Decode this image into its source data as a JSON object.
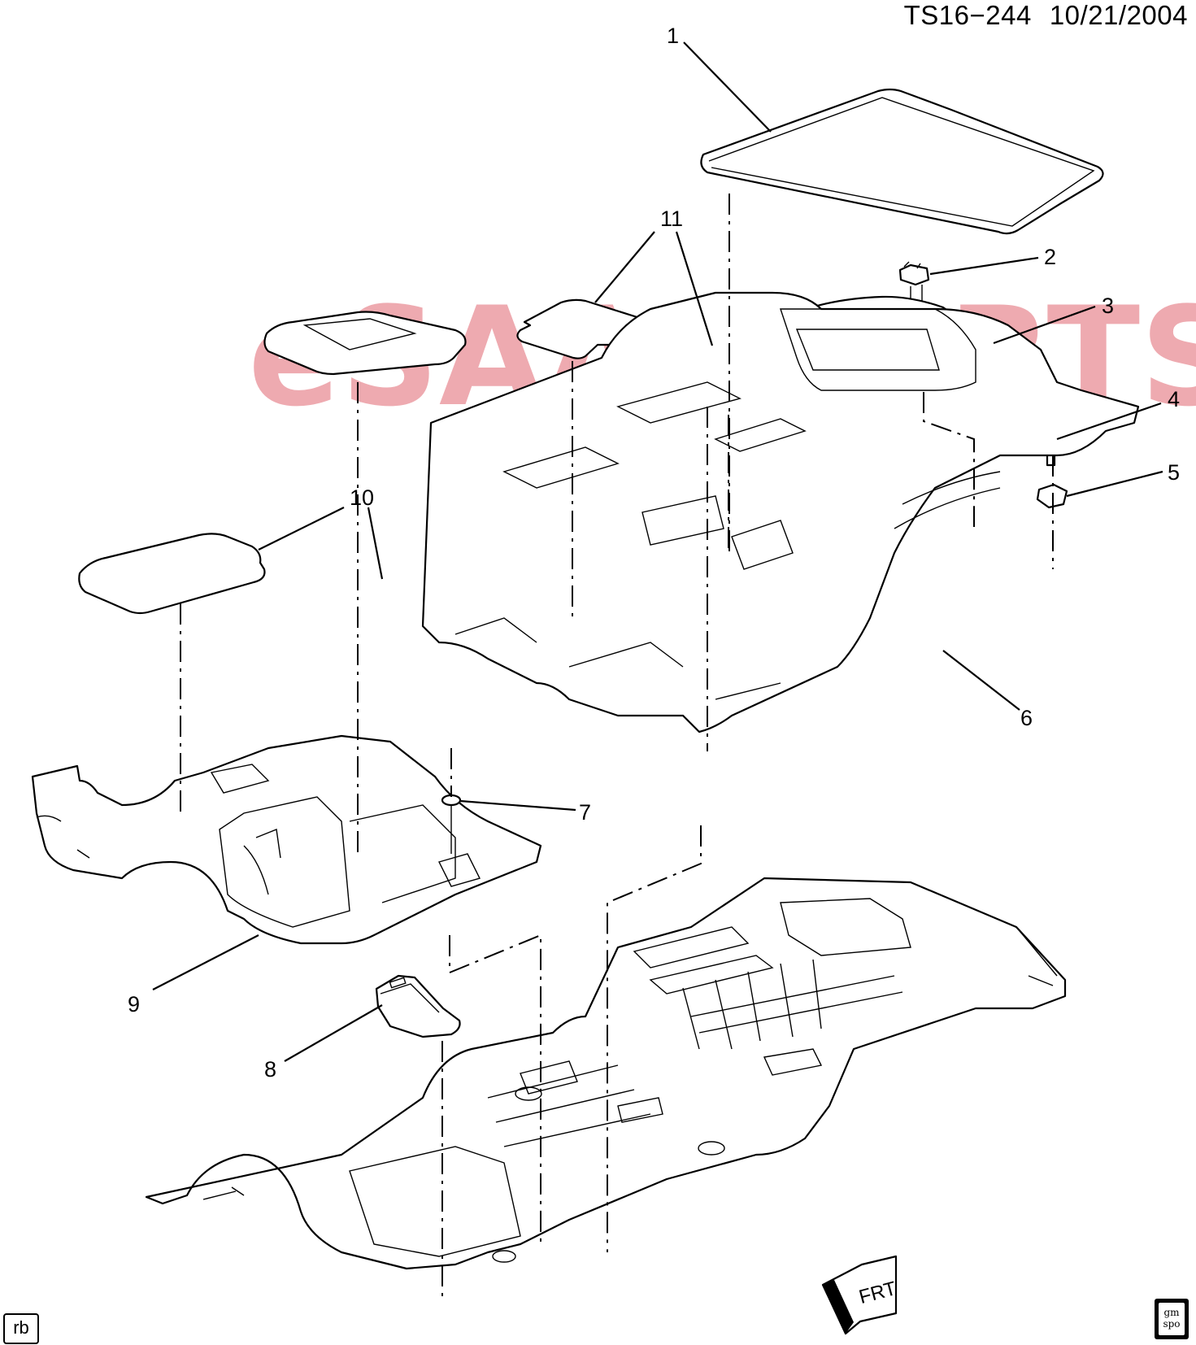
{
  "header": {
    "code": "TS16−244",
    "date": "10/21/2004"
  },
  "callouts": [
    "1",
    "2",
    "3",
    "4",
    "5",
    "6",
    "7",
    "8",
    "9",
    "10",
    "11"
  ],
  "front_arrow_label": "FRT",
  "watermark": "eSAABPARTS",
  "footer": {
    "left_badge": "rb",
    "right_logo_top": "gm",
    "right_logo_bottom": "spo"
  }
}
